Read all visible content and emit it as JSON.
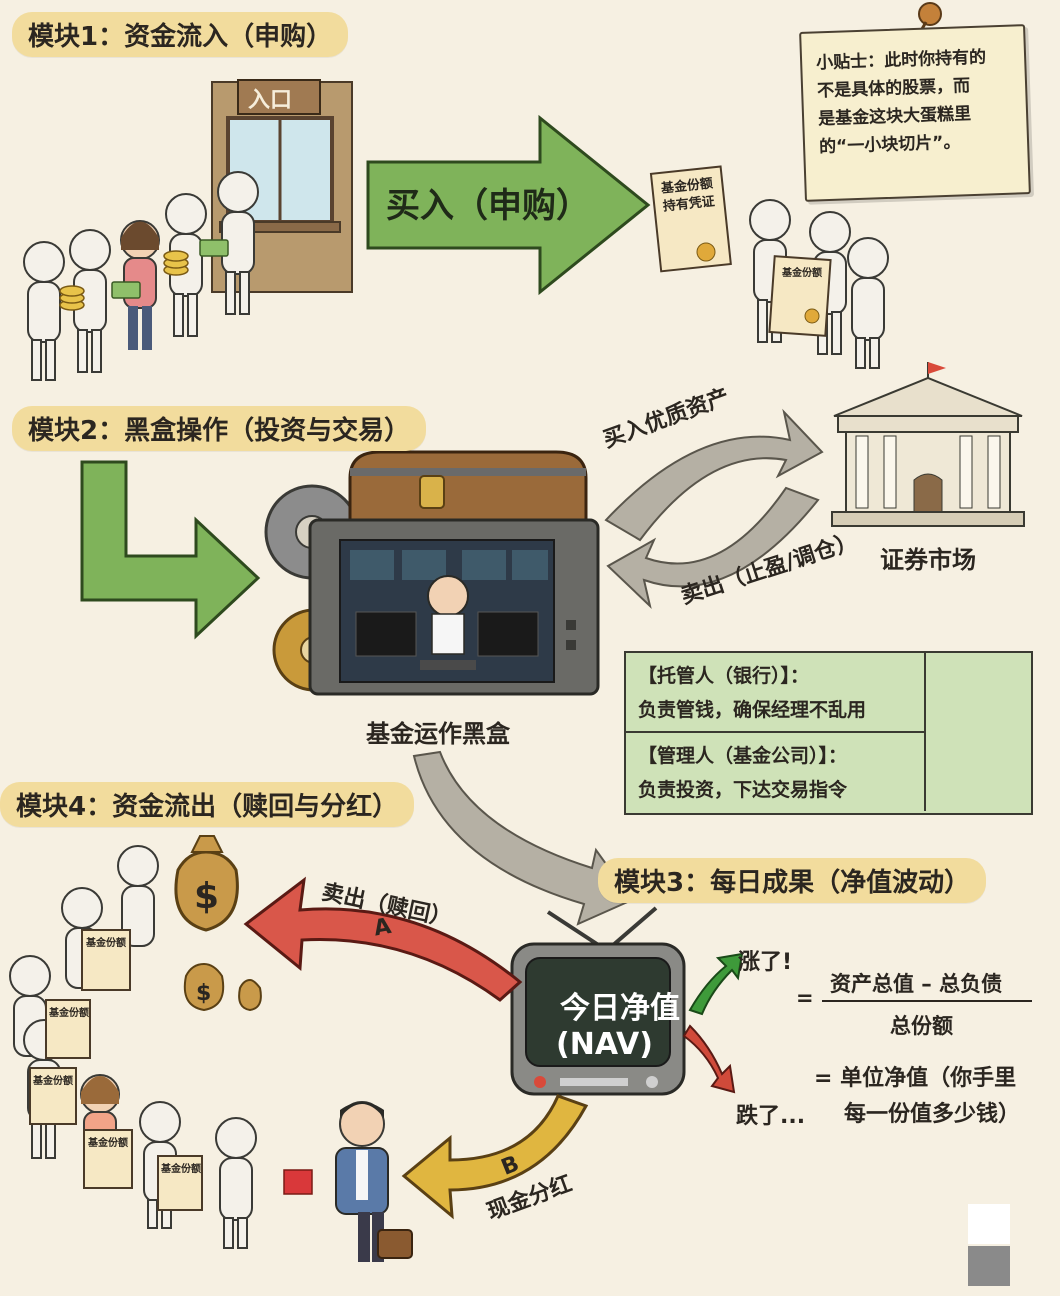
{
  "modules": {
    "m1_title": "模块1：资金流入（申购）",
    "m2_title": "模块2：黑盒操作（投资与交易）",
    "m3_title": "模块3：每日成果（净值波动）",
    "m4_title": "模块4：资金流出（赎回与分红）"
  },
  "entrance_sign": "入口",
  "buy_arrow": "买入（申购）",
  "certificate": {
    "line1": "基金份额",
    "line2": "持有凭证"
  },
  "tip_note": {
    "line1": "小贴士：此时你持有的",
    "line2": "不是具体的股票，而",
    "line3": "是基金这块大蛋糕里",
    "line4": "的“一小块切片”。"
  },
  "blackbox_label": "基金运作黑盒",
  "market": {
    "buy_label": "买入优质资产",
    "sell_label": "卖出（止盈/调仓）",
    "name": "证券市场"
  },
  "roles": {
    "custodian_title": "【托管人（银行）】：",
    "custodian_desc": "负责管钱，确保经理不乱用",
    "manager_title": "【管理人（基金公司）】：",
    "manager_desc": "负责投资，下达交易指令"
  },
  "tv": {
    "line1": "今日净值",
    "line2": "(NAV)"
  },
  "nav": {
    "up": "涨了!",
    "down": "跌了...",
    "eq1": "=",
    "numerator": "资产总值 – 总负债",
    "denominator": "总份额",
    "eq2": "= 单位净值（你手里",
    "eq2b": "每一份值多少钱）"
  },
  "outflow": {
    "a_label": "卖出（赎回）",
    "a_letter": "A",
    "b_letter": "B",
    "b_label": "现金分红"
  },
  "share_tag": "基金份额",
  "colors": {
    "green_arrow": "#7fb35a",
    "red_arrow": "#d9574a",
    "yellow_arrow": "#e0b640",
    "gray_arrow": "#b5b0a4",
    "heading_bg": "#f2dc9d"
  }
}
